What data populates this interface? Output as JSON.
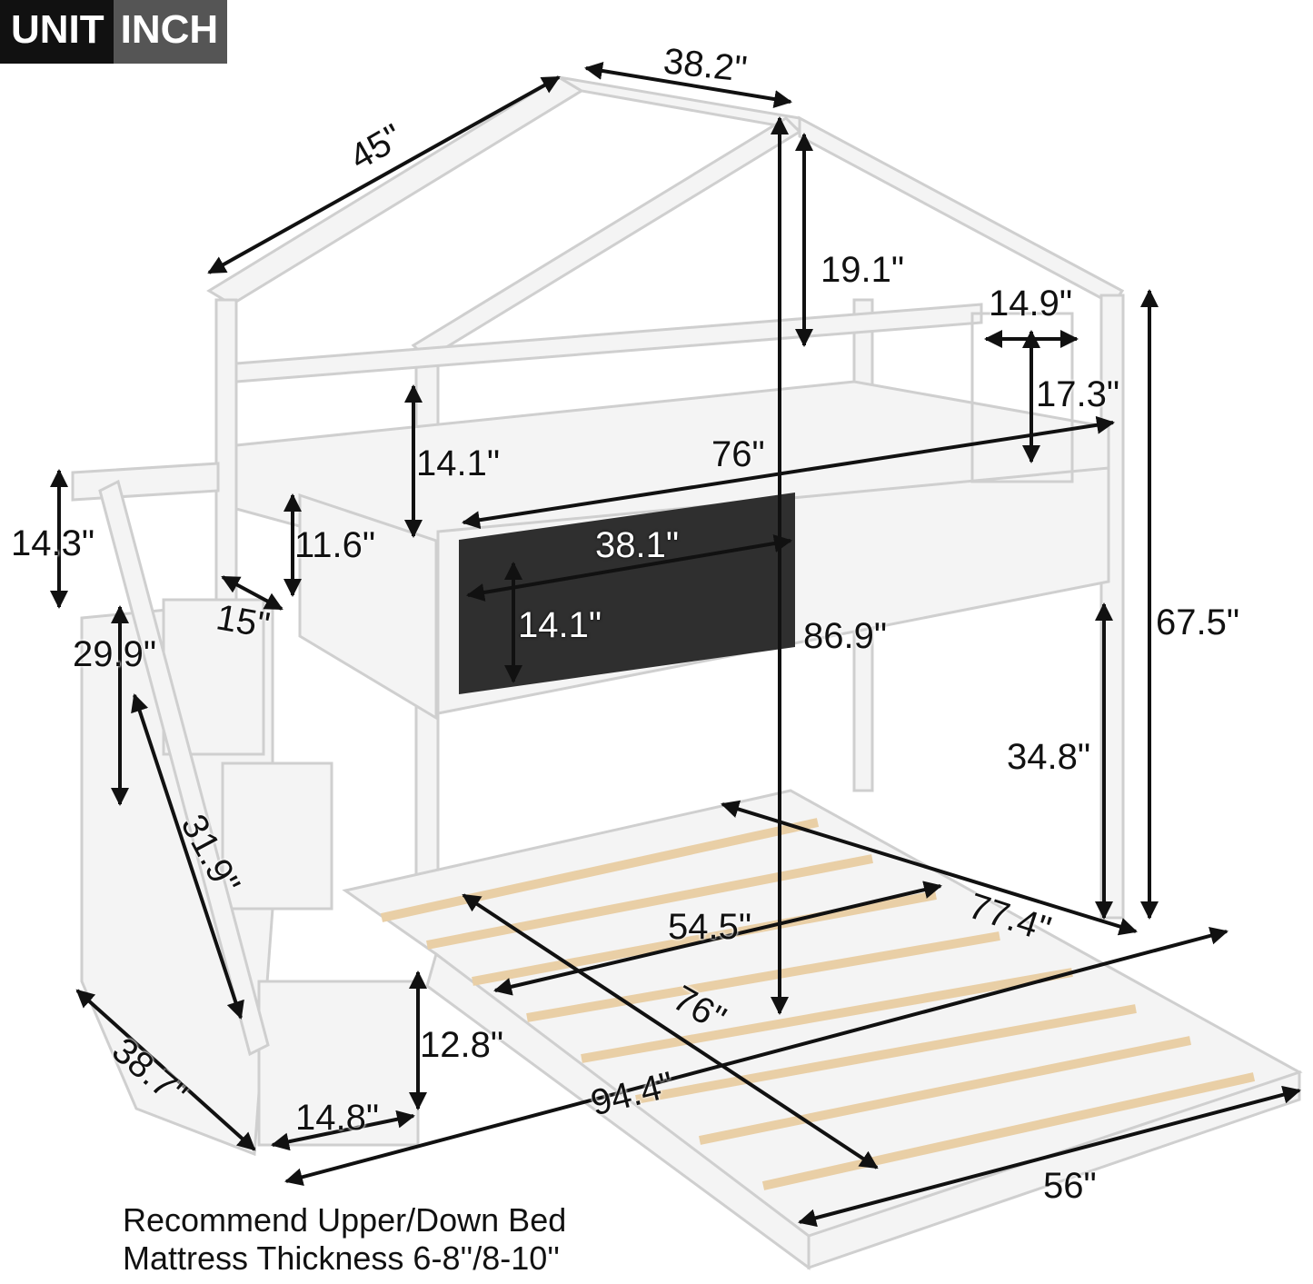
{
  "unit_badge": {
    "label": "UNIT",
    "value": "INCH"
  },
  "dimensions": {
    "roof_width": "38.2\"",
    "roof_slope": "45\"",
    "roof_height": "19.1\"",
    "window_width": "14.9\"",
    "window_height": "17.3\"",
    "upper_guard_height": "14.1\"",
    "upper_length": "76\"",
    "stair_rail_height": "14.3\"",
    "stair_top_guard": "11.6\"",
    "chalkboard_width": "38.1\"",
    "stair_gap": "15\"",
    "chalkboard_height": "14.1\"",
    "total_height_inner": "86.9\"",
    "total_height": "67.5\"",
    "stair_height": "29.9\"",
    "under_clearance": "34.8\"",
    "stair_rail_length": "31.9\"",
    "lower_width": "54.5\"",
    "lower_length": "77.4\"",
    "lower_inner_length": "76\"",
    "bottom_step_height": "12.8\"",
    "stair_depth": "38.7\"",
    "bottom_step_width": "14.8\"",
    "total_length": "94.4\"",
    "total_width": "56\""
  },
  "note": {
    "line1": "Recommend Upper/Down Bed",
    "line2": "Mattress Thickness 6-8''/8-10''"
  },
  "colors": {
    "frame": "#f4f4f4",
    "outline": "#cfcfcf",
    "slat": "#e9cfa6",
    "chalkboard": "#2f2f2f",
    "text": "#111111"
  }
}
